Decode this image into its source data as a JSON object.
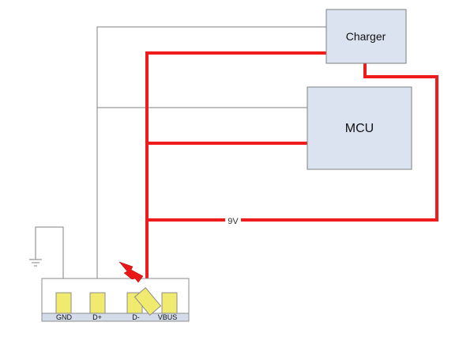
{
  "blocks": {
    "charger": {
      "label": "Charger"
    },
    "mcu": {
      "label": "MCU"
    }
  },
  "wires": {
    "vbus_voltage_label": "9V"
  },
  "connector": {
    "pins": [
      {
        "label": "GND"
      },
      {
        "label": "D+"
      },
      {
        "label": "D-"
      },
      {
        "label": "VBUS"
      }
    ]
  },
  "colors": {
    "power_wire": "#ee1c1c",
    "signal_wire": "#808080",
    "block_fill": "#dbe3f0",
    "pin_fill": "#f0ea6e",
    "connector_strip": "#d4dcea"
  },
  "icons": {
    "short_circuit": "lightning-bolt-icon",
    "ground": "ground-symbol-icon"
  }
}
